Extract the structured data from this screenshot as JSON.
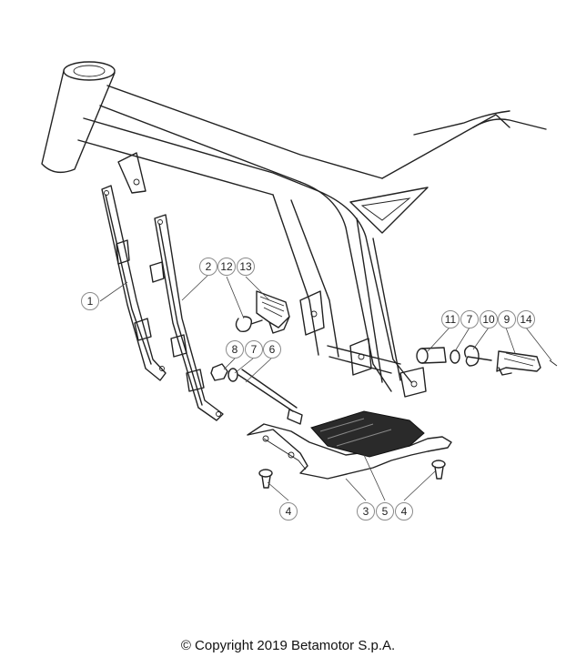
{
  "copyright": "© Copyright 2019 Betamotor S.p.A.",
  "callouts": [
    {
      "label": "1"
    },
    {
      "label": "2"
    },
    {
      "label": "12"
    },
    {
      "label": "13"
    },
    {
      "label": "8"
    },
    {
      "label": "7"
    },
    {
      "label": "6"
    },
    {
      "label": "11"
    },
    {
      "label": "7"
    },
    {
      "label": "10"
    },
    {
      "label": "9"
    },
    {
      "label": "14"
    },
    {
      "label": "4"
    },
    {
      "label": "3"
    },
    {
      "label": "5"
    },
    {
      "label": "4"
    }
  ]
}
